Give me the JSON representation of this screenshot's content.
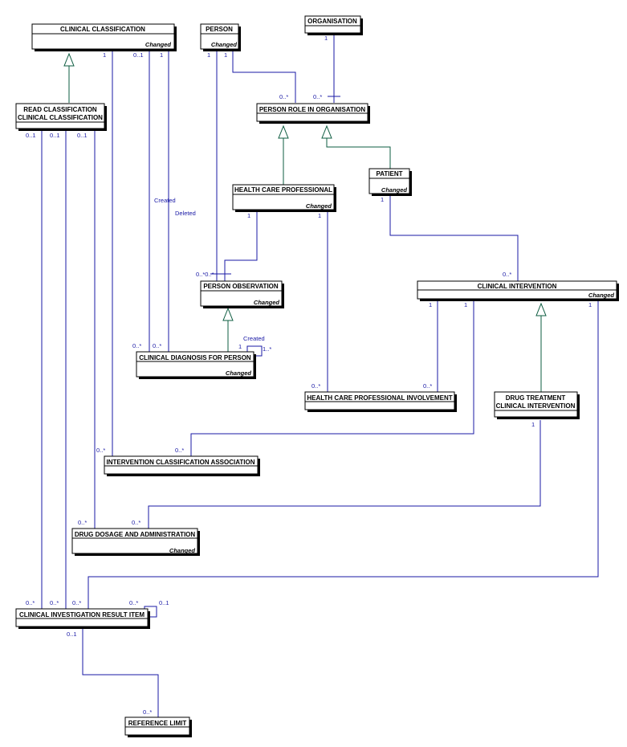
{
  "classes": {
    "clinical_classification": {
      "name": "CLINICAL CLASSIFICATION",
      "stereotype": "Changed"
    },
    "person": {
      "name": "PERSON",
      "stereotype": "Changed"
    },
    "organisation": {
      "name": "ORGANISATION"
    },
    "read_classification": {
      "name": "READ CLASSIFICATION",
      "name2": "CLINICAL CLASSIFICATION"
    },
    "person_role_in_organisation": {
      "name": "PERSON ROLE IN ORGANISATION"
    },
    "patient": {
      "name": "PATIENT",
      "stereotype": "Changed"
    },
    "health_care_professional": {
      "name": "HEALTH CARE PROFESSIONAL",
      "stereotype": "Changed"
    },
    "person_observation": {
      "name": "PERSON OBSERVATION",
      "stereotype": "Changed"
    },
    "clinical_intervention": {
      "name": "CLINICAL INTERVENTION",
      "stereotype": "Changed"
    },
    "clinical_diagnosis_for_person": {
      "name": "CLINICAL DIAGNOSIS FOR PERSON",
      "stereotype": "Changed"
    },
    "health_care_professional_involvement": {
      "name": "HEALTH CARE PROFESSIONAL INVOLVEMENT"
    },
    "drug_treatment": {
      "name": "DRUG TREATMENT",
      "name2": "CLINICAL INTERVENTION"
    },
    "intervention_classification_association": {
      "name": "INTERVENTION CLASSIFICATION ASSOCIATION"
    },
    "drug_dosage_and_administration": {
      "name": "DRUG DOSAGE AND ADMINISTRATION",
      "stereotype": "Changed"
    },
    "clinical_investigation_result_item": {
      "name": "CLINICAL INVESTIGATION RESULT ITEM"
    },
    "reference_limit": {
      "name": "REFERENCE LIMIT"
    }
  },
  "labels": {
    "m_cc_1": "1",
    "m_cc_01": "0..1",
    "m_cc_1b": "1",
    "m_person_1a": "1",
    "m_person_1b": "1",
    "m_org_1": "1",
    "m_prio_person": "0..*",
    "m_prio_org": "0..*",
    "m_read_01a": "0..1",
    "m_read_01b": "0..1",
    "m_read_01c": "0..1",
    "m_patient_1": "1",
    "m_hcp_1a": "1",
    "m_hcp_1b": "1",
    "m_po_top": "0..*0..*",
    "m_ci_top": "0..*",
    "m_ci_1a": "1",
    "m_ci_1b": "1",
    "m_ci_1c": "1",
    "m_cdp_a": "0..*",
    "m_cdp_b": "0..*",
    "m_cdp_self_1": "1",
    "m_cdp_self_n": "1..*",
    "m_hcpi_a": "0..*",
    "m_hcpi_b": "0..*",
    "m_dt_1": "1",
    "m_ica_a": "0..*",
    "m_ica_b": "0..*",
    "m_dda_a": "0..*",
    "m_dda_b": "0..*",
    "m_ciri_a": "0..*",
    "m_ciri_b": "0..*",
    "m_ciri_c": "0..*",
    "m_ciri_self_a": "0..*",
    "m_ciri_self_b": "0..1",
    "m_ciri_01": "0..1",
    "m_rl": "0..*",
    "role_created": "Created",
    "role_deleted": "Deleted",
    "role_created2": "Created"
  }
}
